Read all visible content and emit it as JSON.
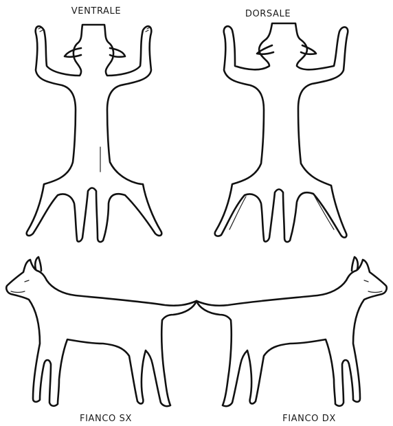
{
  "views": {
    "ventral": "VENTRALE",
    "dorsal": "DORSALE",
    "left_side": "FIANCO SX",
    "right_side": "FIANCO DX"
  }
}
